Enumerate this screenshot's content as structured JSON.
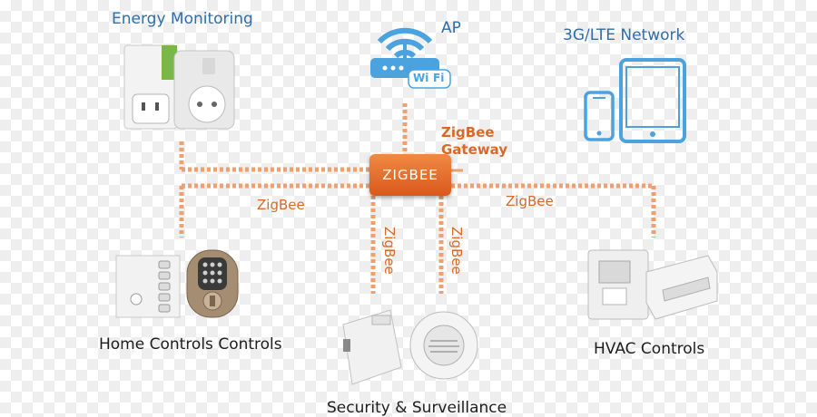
{
  "labels": {
    "energy": "Energy Monitoring",
    "ap": "AP",
    "lte": "3G/LTE Network",
    "gateway_line1": "ZigBee",
    "gateway_line2": "Gateway",
    "gateway_box": "ZIGBEE",
    "zigbee_left": "ZigBee",
    "zigbee_right": "ZigBee",
    "zigbee_vert_left": "ZigBee",
    "zigbee_vert_right": "ZigBee",
    "home": "Home Controls Controls",
    "security": "Security & Surveillance",
    "hvac": "HVAC Controls",
    "wifi_w": "Wi",
    "wifi_f": "Fi"
  },
  "colors": {
    "link": "#f0a070",
    "accent_orange": "#d76a2a",
    "blue": "#2f6ea8",
    "device_blue": "#4aa3df"
  },
  "icons": [
    "wifi-router-icon",
    "phone-icon",
    "tablet-icon",
    "smart-plug-icon",
    "keypad-lock-icon",
    "sensor-icon",
    "smoke-detector-icon",
    "thermostat-icon"
  ]
}
